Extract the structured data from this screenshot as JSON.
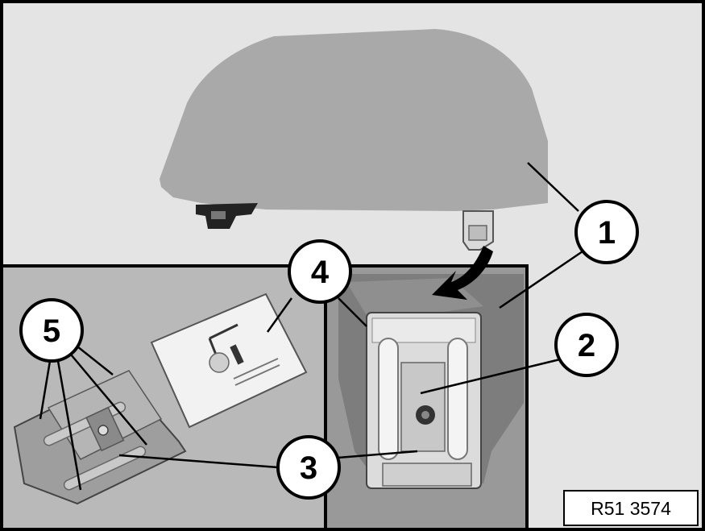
{
  "figure": {
    "reference_code": "R51 3574",
    "callouts": [
      {
        "id": "callout-1",
        "number": "1"
      },
      {
        "id": "callout-2",
        "number": "2"
      },
      {
        "id": "callout-3",
        "number": "3"
      },
      {
        "id": "callout-4",
        "number": "4"
      },
      {
        "id": "callout-5",
        "number": "5"
      }
    ],
    "colors": {
      "background": "#e4e4e4",
      "glass": "#a9a9a9",
      "detail_panel": "#b6b6b6",
      "outline": "#000000"
    }
  }
}
